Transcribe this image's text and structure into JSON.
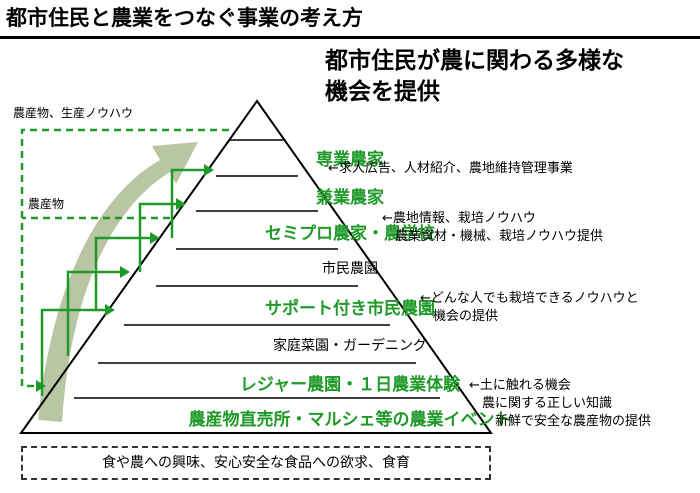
{
  "title": "都市住民と農業をつなぐ事業の考え方",
  "headline": [
    "都市住民が農に関わる多様な",
    "機会を提供"
  ],
  "side_labels": {
    "produce_knowhow": "農産物、生産ノウハウ",
    "produce": "農産物"
  },
  "tiers": [
    {
      "label": "専業農家",
      "style": "green"
    },
    {
      "label": "兼業農家",
      "style": "green"
    },
    {
      "label": "セミプロ農家・農学校",
      "style": "green"
    },
    {
      "label": "市民農園",
      "style": "plain"
    },
    {
      "label": "サポート付き市民農園",
      "style": "green"
    },
    {
      "label": "家庭菜園・ガーデニング",
      "style": "plain"
    },
    {
      "label": "レジャー農園・１日農業体験",
      "style": "green"
    },
    {
      "label": "農産物直売所・マルシェ等の農業イベント",
      "style": "green"
    }
  ],
  "notes": [
    [
      "←求人広告、人材紹介、農地維持管理事業"
    ],
    [
      "←農地情報、栽培ノウハウ",
      "農業資材・機械、栽培ノウハウ提供"
    ],
    [
      "←どんな人でも栽培できるノウハウと",
      "機会の提供"
    ],
    [
      "←土に触れる機会",
      "農に関する正しい知識",
      "新鮮で安全な農産物の提供"
    ]
  ],
  "bottom_box": "食や農への興味、安心安全な食品への欲求、食育",
  "colors": {
    "green": "#1f9a29",
    "arrow_fill": "#b9c6a4",
    "pyramid_line": "#2e6b36"
  }
}
